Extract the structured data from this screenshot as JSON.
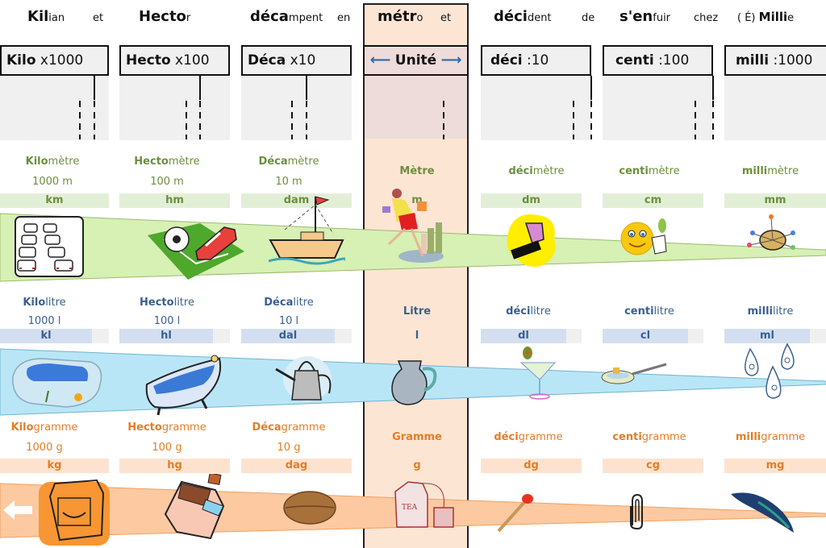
{
  "mnemonic": [
    {
      "bold": "Kil",
      "rest": "ian"
    },
    {
      "small": "et"
    },
    {
      "bold": "Hecto",
      "rest": "r"
    },
    {
      "bold": "déca",
      "rest": "mpent"
    },
    {
      "small": "en"
    },
    {
      "bold": "métr",
      "rest": "o"
    },
    {
      "small": "et"
    },
    {
      "bold": "déci",
      "rest": "dent"
    },
    {
      "small": "de"
    },
    {
      "bold": "s'en",
      "rest": "fuir"
    },
    {
      "small": "chez"
    },
    {
      "pre": "( É)",
      "bold": "Milli",
      "rest": "e"
    }
  ],
  "prefixes": [
    {
      "name": "Kilo",
      "factor": "x1000"
    },
    {
      "name": "Hecto",
      "factor": "x100"
    },
    {
      "name": "Déca",
      "factor": "x10"
    },
    {
      "name": "Unité",
      "left_arrow": "⟵",
      "right_arrow": "⟶"
    },
    {
      "name": "déci",
      "factor": ":10"
    },
    {
      "name": "centi",
      "factor": ":100"
    },
    {
      "name": "milli",
      "factor": ":1000"
    }
  ],
  "length": {
    "color": "#6b8f3c",
    "units": [
      {
        "prefix": "Kilo",
        "base": "mètre",
        "value": "1000 m",
        "abbr": "km",
        "picture": "traffic-jam"
      },
      {
        "prefix": "Hecto",
        "base": "mètre",
        "value": "100 m",
        "abbr": "hm",
        "picture": "football-pitch"
      },
      {
        "prefix": "Déca",
        "base": "mètre",
        "value": "10 m",
        "abbr": "dam",
        "picture": "boat"
      },
      {
        "prefix": "",
        "base": "Mètre",
        "value": "",
        "abbr": "m",
        "picture": "walking-woman"
      },
      {
        "prefix": "déci",
        "base": "mètre",
        "value": "",
        "abbr": "dm",
        "picture": "fist"
      },
      {
        "prefix": "centi",
        "base": "mètre",
        "value": "",
        "abbr": "cm",
        "picture": "smiley-thumb"
      },
      {
        "prefix": "milli",
        "base": "mètre",
        "value": "",
        "abbr": "mm",
        "picture": "pincushion"
      }
    ]
  },
  "capacity": {
    "color": "#3a5f90",
    "units": [
      {
        "prefix": "Kilo",
        "base": "litre",
        "value": "1000 l",
        "abbr": "kl",
        "picture": "pool"
      },
      {
        "prefix": "Hecto",
        "base": "litre",
        "value": "100 l",
        "abbr": "hl",
        "picture": "bathtub"
      },
      {
        "prefix": "Déca",
        "base": "litre",
        "value": "10 l",
        "abbr": "dal",
        "picture": "watering-can"
      },
      {
        "prefix": "",
        "base": "Litre",
        "value": "",
        "abbr": "l",
        "picture": "jug"
      },
      {
        "prefix": "déci",
        "base": "litre",
        "value": "",
        "abbr": "dl",
        "picture": "cocktail-glass"
      },
      {
        "prefix": "centi",
        "base": "litre",
        "value": "",
        "abbr": "cl",
        "picture": "spoon"
      },
      {
        "prefix": "milli",
        "base": "litre",
        "value": "",
        "abbr": "ml",
        "picture": "drops"
      }
    ]
  },
  "mass": {
    "color": "#e57d25",
    "units": [
      {
        "prefix": "Kilo",
        "base": "gramme",
        "value": "1000 g",
        "abbr": "kg",
        "picture": "flour-bag"
      },
      {
        "prefix": "Hecto",
        "base": "gramme",
        "value": "100 g",
        "abbr": "hg",
        "picture": "chocolate-bar"
      },
      {
        "prefix": "Déca",
        "base": "gramme",
        "value": "10 g",
        "abbr": "dag",
        "picture": "walnut"
      },
      {
        "prefix": "",
        "base": "Gramme",
        "value": "",
        "abbr": "g",
        "picture": "tea-bag"
      },
      {
        "prefix": "déci",
        "base": "gramme",
        "value": "",
        "abbr": "dg",
        "picture": "match"
      },
      {
        "prefix": "centi",
        "base": "gramme",
        "value": "",
        "abbr": "cg",
        "picture": "paperclip"
      },
      {
        "prefix": "milli",
        "base": "gramme",
        "value": "",
        "abbr": "mg",
        "picture": "feather"
      }
    ]
  },
  "band_colors": {
    "length": "#d7f0b4",
    "capacity": "#b9e6f6",
    "mass": "#fcc9a0"
  },
  "unit_column_color": "#fde5d4"
}
